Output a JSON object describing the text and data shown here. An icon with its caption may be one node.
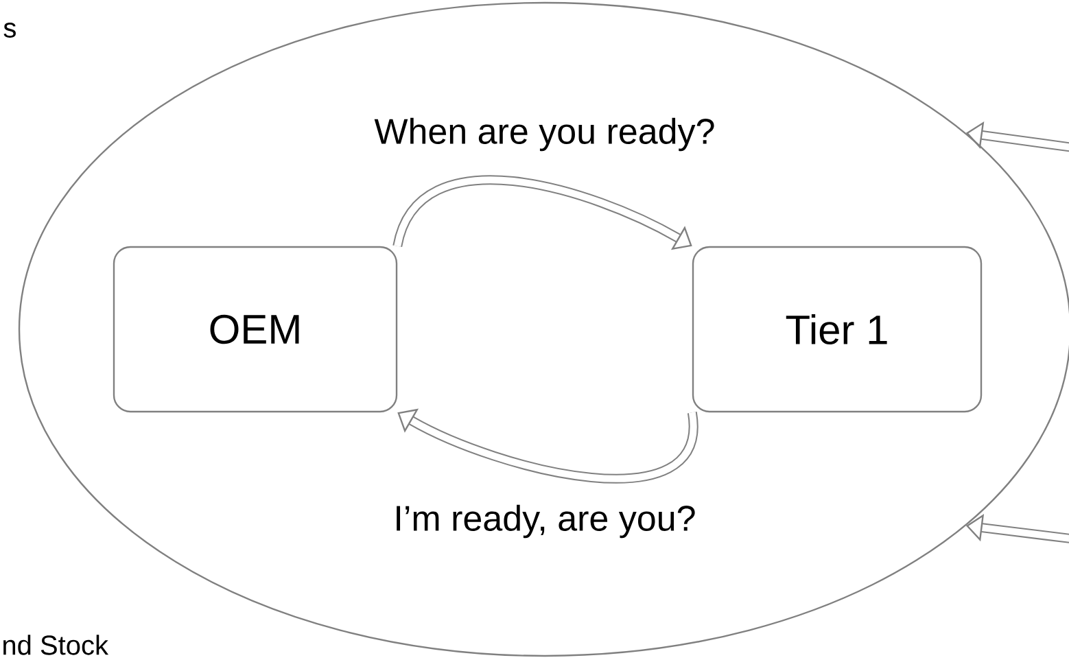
{
  "diagram": {
    "nodes": [
      {
        "text": [],
        "shape": "ellipse"
      },
      {
        "text": [
          "OEM"
        ],
        "in": 0
      },
      {
        "text": [
          "Tier 1"
        ],
        "in": 0
      }
    ],
    "edges": [
      {
        "from": 1,
        "to": 2,
        "arrow": "to",
        "label": "When are you ready?"
      },
      {
        "from": 2,
        "to": 1,
        "arrow": "to",
        "label": "I’m ready, are you?"
      },
      {
        "from": null,
        "to": 0,
        "arrow": "to"
      },
      {
        "from": null,
        "to": 0,
        "arrow": "to"
      }
    ],
    "labels": [
      "s",
      "nd Stock"
    ]
  }
}
